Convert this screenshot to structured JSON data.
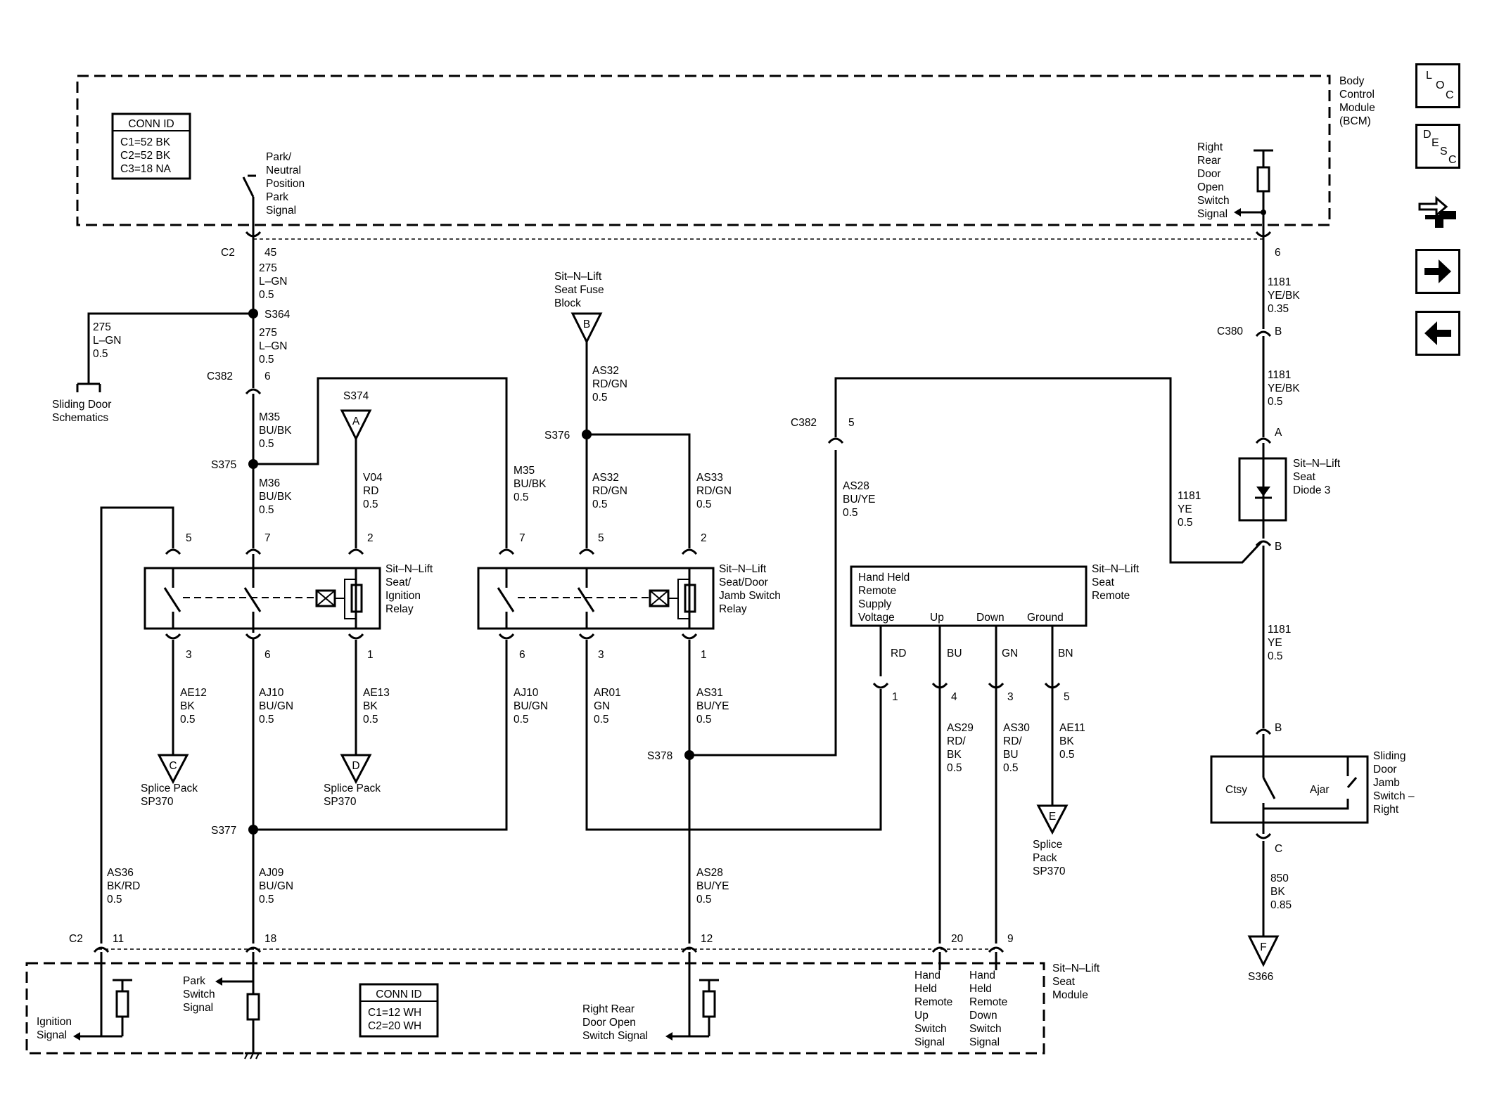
{
  "bcm": {
    "lines": [
      "Body",
      "Control",
      "Module",
      "(BCM)"
    ]
  },
  "bcm_conn_id": {
    "title": "CONN ID",
    "lines": [
      "C1=52 BK",
      "C2=52 BK",
      "C3=18 NA"
    ]
  },
  "module_conn_id": {
    "title": "CONN ID",
    "lines": [
      "C1=12 WH",
      "C2=20 WH"
    ]
  },
  "module": {
    "lines": [
      "Sit–N–Lift",
      "Seat",
      "Module"
    ]
  },
  "park_neutral_signal": {
    "lines": [
      "Park/",
      "Neutral",
      "Position",
      "Park",
      "Signal"
    ]
  },
  "right_rear_door_open": {
    "lines": [
      "Right",
      "Rear",
      "Door",
      "Open",
      "Switch",
      "Signal"
    ]
  },
  "connectors": {
    "c2": "C2",
    "c380": "C380",
    "c382": "C382"
  },
  "pins": {
    "p45": "45",
    "p6": "6",
    "pB": "B",
    "pA": "A",
    "pC": "C",
    "p5": "5",
    "p7": "7",
    "p2": "2",
    "p3": "3",
    "p1": "1",
    "p4": "4",
    "p11": "11",
    "p18": "18",
    "p12": "12",
    "p20": "20",
    "p9": "9"
  },
  "splices": {
    "s364": "S364",
    "s374": "S374",
    "s375": "S375",
    "s376": "S376",
    "s377": "S377",
    "s378": "S378",
    "s366": "S366"
  },
  "wires": {
    "w275a": [
      "275",
      "L–GN",
      "0.5"
    ],
    "w275b": [
      "275",
      "L–GN",
      "0.5"
    ],
    "w275c": [
      "275",
      "L–GN",
      "0.5"
    ],
    "m35a": [
      "M35",
      "BU/BK",
      "0.5"
    ],
    "m36": [
      "M36",
      "BU/BK",
      "0.5"
    ],
    "v04": [
      "V04",
      "RD",
      "0.5"
    ],
    "m35b": [
      "M35",
      "BU/BK",
      "0.5"
    ],
    "as32a": [
      "AS32",
      "RD/GN",
      "0.5"
    ],
    "as32b": [
      "AS32",
      "RD/GN",
      "0.5"
    ],
    "as33": [
      "AS33",
      "RD/GN",
      "0.5"
    ],
    "as28a": [
      "AS28",
      "BU/YE",
      "0.5"
    ],
    "w1181a": [
      "1181",
      "YE/BK",
      "0.35"
    ],
    "w1181b": [
      "1181",
      "YE/BK",
      "0.5"
    ],
    "w1181c": [
      "1181",
      "YE",
      "0.5"
    ],
    "w1181d": [
      "1181",
      "YE",
      "0.5"
    ],
    "ae12": [
      "AE12",
      "BK",
      "0.5"
    ],
    "aj10a": [
      "AJ10",
      "BU/GN",
      "0.5"
    ],
    "ae13": [
      "AE13",
      "BK",
      "0.5"
    ],
    "aj10b": [
      "AJ10",
      "BU/GN",
      "0.5"
    ],
    "ar01": [
      "AR01",
      "GN",
      "0.5"
    ],
    "as31": [
      "AS31",
      "BU/YE",
      "0.5"
    ],
    "as29": [
      "AS29",
      "RD/",
      "BK",
      "0.5"
    ],
    "as30": [
      "AS30",
      "RD/",
      "BU",
      "0.5"
    ],
    "ae11": [
      "AE11",
      "BK",
      "0.5"
    ],
    "as36": [
      "AS36",
      "BK/RD",
      "0.5"
    ],
    "aj09": [
      "AJ09",
      "BU/GN",
      "0.5"
    ],
    "as28b": [
      "AS28",
      "BU/YE",
      "0.5"
    ],
    "w850": [
      "850",
      "BK",
      "0.85"
    ]
  },
  "colors": {
    "rd": "RD",
    "bu": "BU",
    "gn": "GN",
    "bn": "BN"
  },
  "fuse_block": {
    "letter": "B",
    "lines": [
      "Sit–N–Lift",
      "Seat Fuse",
      "Block"
    ]
  },
  "sliding_door_schematics": {
    "lines": [
      "Sliding Door",
      "Schematics"
    ]
  },
  "splice_pack_c": {
    "letter": "C",
    "lines": [
      "Splice Pack",
      "SP370"
    ]
  },
  "splice_pack_d": {
    "letter": "D",
    "lines": [
      "Splice Pack",
      "SP370"
    ]
  },
  "splice_pack_e": {
    "letter": "E",
    "lines": [
      "Splice",
      "Pack",
      "SP370"
    ]
  },
  "ref_a": {
    "letter": "A"
  },
  "ground_f": {
    "letter": "F"
  },
  "ignition_relay": {
    "lines": [
      "Sit–N–Lift",
      "Seat/",
      "Ignition",
      "Relay"
    ]
  },
  "jamb_relay": {
    "lines": [
      "Sit–N–Lift",
      "Seat/Door",
      "Jamb Switch",
      "Relay"
    ]
  },
  "seat_diode": {
    "lines": [
      "Sit–N–Lift",
      "Seat",
      "Diode 3"
    ]
  },
  "remote": {
    "title_lines": [
      "Sit–N–Lift",
      "Seat",
      "Remote"
    ],
    "supply_lines": [
      "Hand Held",
      "Remote",
      "Supply",
      "Voltage"
    ],
    "up": "Up",
    "down": "Down",
    "ground": "Ground"
  },
  "jamb_switch": {
    "lines": [
      "Sliding",
      "Door",
      "Jamb",
      "Switch –",
      "Right"
    ],
    "ctsy": "Ctsy",
    "ajar": "Ajar"
  },
  "module_signals": {
    "ignition": [
      "Ignition",
      "Signal"
    ],
    "park": [
      "Park",
      "Switch",
      "Signal"
    ],
    "right_rear": [
      "Right Rear",
      "Door Open",
      "Switch Signal"
    ],
    "up": [
      "Hand",
      "Held",
      "Remote",
      "Up",
      "Switch",
      "Signal"
    ],
    "down": [
      "Hand",
      "Held",
      "Remote",
      "Down",
      "Switch",
      "Signal"
    ]
  },
  "side_nav": {
    "loc": [
      "L",
      "O",
      "C"
    ],
    "desc": [
      "D",
      "E",
      "S",
      "C"
    ],
    "icons": [
      "tools-icon",
      "arrow-right-icon",
      "arrow-left-icon"
    ]
  }
}
